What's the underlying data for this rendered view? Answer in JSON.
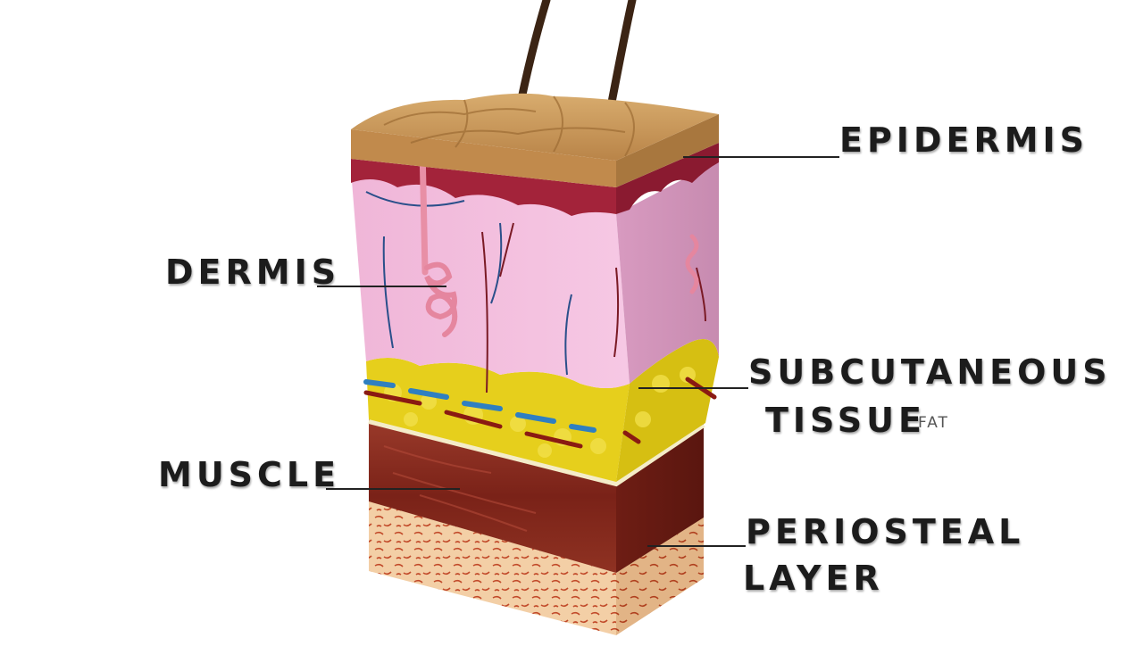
{
  "labels": {
    "epidermis": "EPIDERMIS",
    "dermis": "DERMIS",
    "subcutaneous_line1": "SUBCUTANEOUS",
    "subcutaneous_line2": "TISSUE",
    "subcutaneous_note": "FAT",
    "muscle": "MUSCLE",
    "periosteal_line1": "PERIOSTEAL",
    "periosteal_line2": "LAYER"
  },
  "colors": {
    "background": "#ffffff",
    "epidermis": "#c9995a",
    "dermis": "#f2b8d8",
    "subcutaneous_fat": "#e8d21a",
    "muscle": "#8a2a1e",
    "periosteum": "#f1c9a0",
    "hair": "#3b2414"
  }
}
